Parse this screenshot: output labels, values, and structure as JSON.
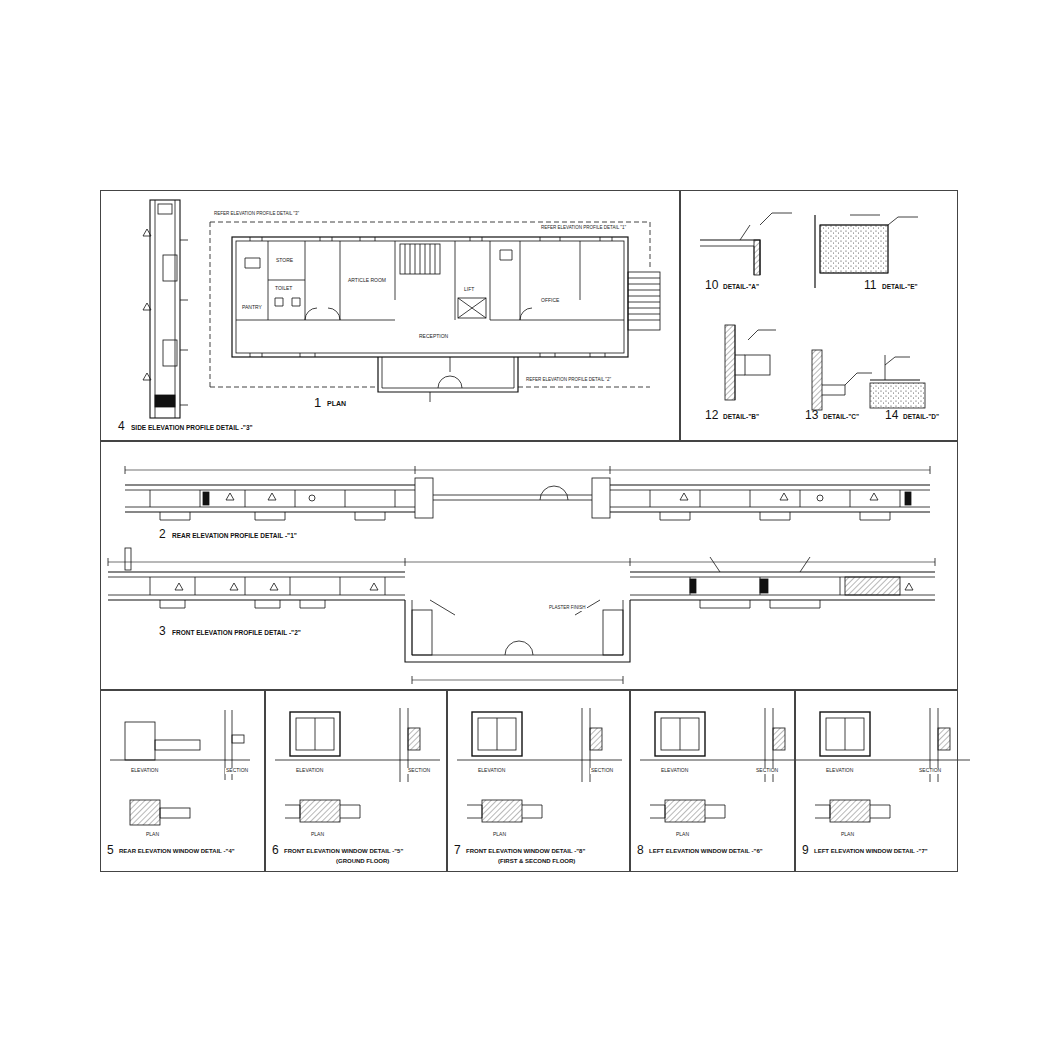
{
  "diagram": {
    "nodes": [
      {
        "text": [
          "1",
          "PLAN",
          "4",
          "SIDE ELEVATION PROFILE DETAIL -\"3\""
        ]
      },
      {
        "text": [
          "10",
          "DETAIL-\"A\"",
          "11",
          "DETAIL-\"E\"",
          "12",
          "DETAIL-\"B\"",
          "13",
          "DETAIL-\"C\"",
          "14",
          "DETAIL-\"D\""
        ]
      },
      {
        "text": [
          "2",
          "REAR ELEVATION PROFILE DETAIL -\"1\"",
          "3",
          "FRONT ELEVATION PROFILE DETAIL -\"2\""
        ]
      },
      {
        "text": [
          "5",
          "REAR ELEVATION WINDOW DETAIL -\"4\""
        ]
      },
      {
        "text": [
          "6",
          "FRONT ELEVATION WINDOW DETAIL -\"5\"",
          "(GROUND FLOOR)"
        ]
      },
      {
        "text": [
          "7",
          "FRONT ELEVATION WINDOW DETAIL -\"8\"",
          "(FIRST & SECOND FLOOR)"
        ]
      },
      {
        "text": [
          "8",
          "LEFT ELEVATION WINDOW DETAIL -\"6\""
        ]
      },
      {
        "text": [
          "9",
          "LEFT ELEVATION WINDOW DETAIL -\"7\""
        ]
      }
    ],
    "labels": [
      "REFER ELEVATION PROFILE DETAIL \"3\"",
      "REFER ELEVATION PROFILE DETAIL \"1\"",
      "REFER ELEVATION PROFILE DETAIL \"2\"",
      "PANTRY",
      "STORE",
      "TOILET",
      "ARTICLE ROOM",
      "RECEPTION",
      "LIFT",
      "OFFICE",
      "PLASTER FINISH",
      "ELEVATION",
      "SECTION",
      "PLAN",
      "ELEVATION",
      "SECTION",
      "PLAN",
      "ELEVATION",
      "SECTION",
      "PLAN",
      "ELEVATION",
      "SECTION",
      "PLAN",
      "ELEVATION",
      "SECTION",
      "PLAN"
    ]
  }
}
